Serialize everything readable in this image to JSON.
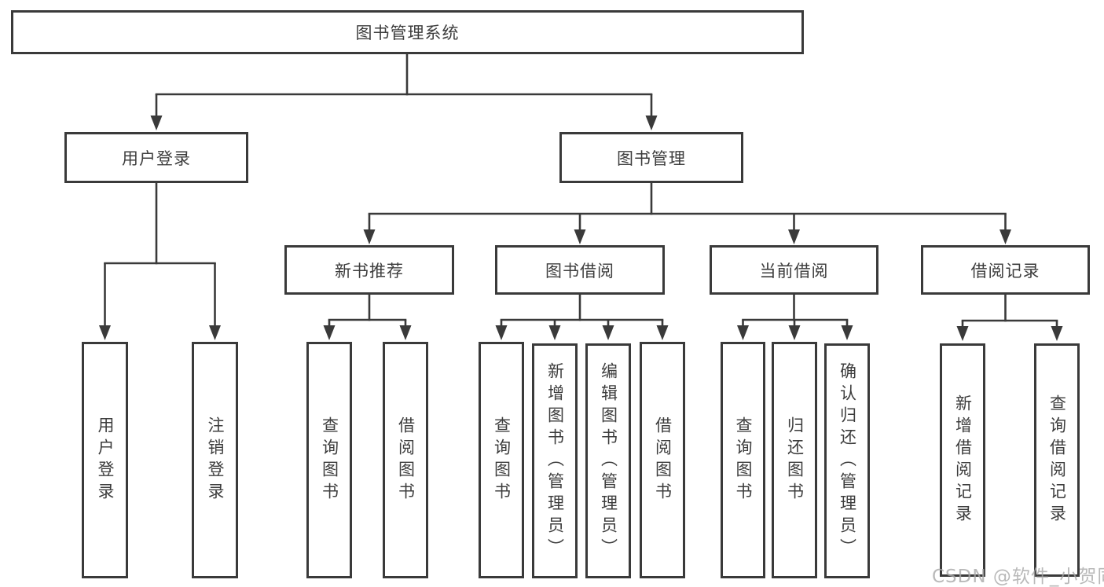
{
  "colors": {
    "line": "#3a3a3a",
    "box_border": "#3a3a3a",
    "text": "#3d3d3d",
    "background": "#ffffff",
    "watermark": "#a8a8a8"
  },
  "watermark": {
    "text": "CSDN @软件_小贺同学"
  },
  "tree": {
    "root": {
      "label": "图书管理系统",
      "children": [
        {
          "label": "用户登录",
          "children": [
            {
              "label": "用户登录"
            },
            {
              "label": "注销登录"
            }
          ]
        },
        {
          "label": "图书管理",
          "children": [
            {
              "label": "新书推荐",
              "children": [
                {
                  "label": "查询图书"
                },
                {
                  "label": "借阅图书"
                }
              ]
            },
            {
              "label": "图书借阅",
              "children": [
                {
                  "label": "查询图书"
                },
                {
                  "label": "新增图书（管理员）"
                },
                {
                  "label": "编辑图书（管理员）"
                },
                {
                  "label": "借阅图书"
                }
              ]
            },
            {
              "label": "当前借阅",
              "children": [
                {
                  "label": "查询图书"
                },
                {
                  "label": "归还图书"
                },
                {
                  "label": "确认归还（管理员）"
                }
              ]
            },
            {
              "label": "借阅记录",
              "children": [
                {
                  "label": "新增借阅记录"
                },
                {
                  "label": "查询借阅记录"
                }
              ]
            }
          ]
        }
      ]
    }
  }
}
